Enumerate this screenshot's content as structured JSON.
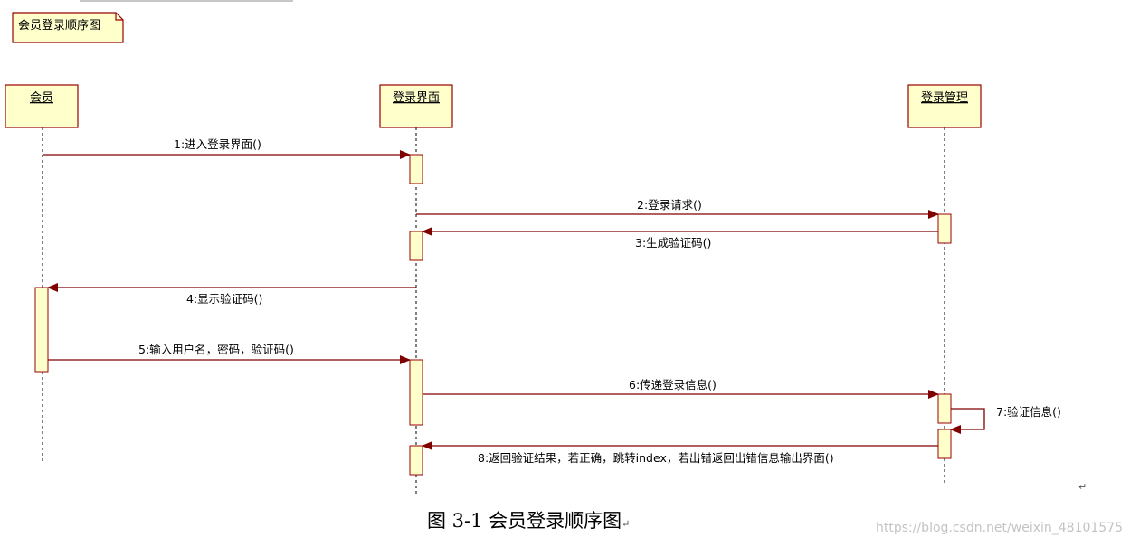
{
  "frame_title": "会员登录顺序图",
  "colors": {
    "box_fill": "#ffffcc",
    "box_border": "#990000",
    "arrow": "#800000",
    "lifeline": "#000000",
    "text": "#000000"
  },
  "lifelines": [
    {
      "id": "member",
      "name": "会员"
    },
    {
      "id": "login_ui",
      "name": "登录界面"
    },
    {
      "id": "login_mgr",
      "name": "登录管理"
    }
  ],
  "messages": [
    {
      "label": "1:进入登录界面()",
      "from": "member",
      "to": "login_ui"
    },
    {
      "label": "2:登录请求()",
      "from": "login_ui",
      "to": "login_mgr"
    },
    {
      "label": "3:生成验证码()",
      "from": "login_mgr",
      "to": "login_ui"
    },
    {
      "label": "4:显示验证码()",
      "from": "login_ui",
      "to": "member"
    },
    {
      "label": "5:输入用户名，密码，验证码()",
      "from": "member",
      "to": "login_ui"
    },
    {
      "label": "6:传递登录信息()",
      "from": "login_ui",
      "to": "login_mgr"
    },
    {
      "label": "7:验证信息()",
      "from": "login_mgr",
      "to": "login_mgr"
    },
    {
      "label": "8:返回验证结果，若正确，跳转index，若出错返回出错信息输出界面()",
      "from": "login_mgr",
      "to": "login_ui"
    }
  ],
  "caption": "图 3-1 会员登录顺序图",
  "paragraph_mark": "↵",
  "watermark": "https://blog.csdn.net/weixin_48101575"
}
